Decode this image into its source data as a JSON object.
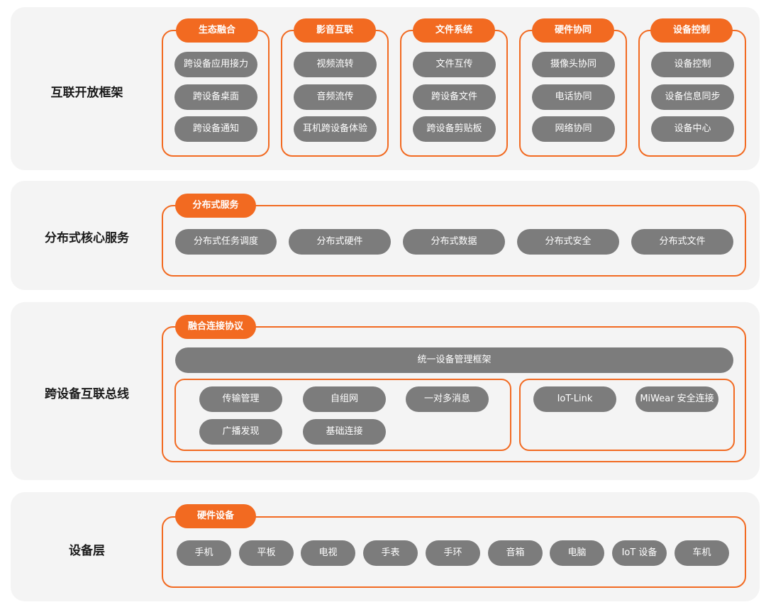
{
  "colors": {
    "accent": "#f26a21",
    "pill": "#7c7c7c",
    "layer_bg": "#f4f4f4"
  },
  "layers": {
    "open_framework": {
      "title": "互联开放框架",
      "groups": [
        {
          "tag": "生态融合",
          "items": [
            "跨设备应用接力",
            "跨设备桌面",
            "跨设备通知"
          ]
        },
        {
          "tag": "影音互联",
          "items": [
            "视频流转",
            "音频流传",
            "耳机跨设备体验"
          ]
        },
        {
          "tag": "文件系统",
          "items": [
            "文件互传",
            "跨设备文件",
            "跨设备剪贴板"
          ]
        },
        {
          "tag": "硬件协同",
          "items": [
            "摄像头协同",
            "电话协同",
            "网络协同"
          ]
        },
        {
          "tag": "设备控制",
          "items": [
            "设备控制",
            "设备信息同步",
            "设备中心"
          ]
        }
      ]
    },
    "core_services": {
      "title": "分布式核心服务",
      "tag": "分布式服务",
      "items": [
        "分布式任务调度",
        "分布式硬件",
        "分布式数据",
        "分布式安全",
        "分布式文件"
      ]
    },
    "interconnect_bus": {
      "title": "跨设备互联总线",
      "tag": "融合连接协议",
      "framework_bar": "统一设备管理框架",
      "left_items": [
        "传输管理",
        "自组网",
        "一对多消息",
        "广播发现",
        "基础连接"
      ],
      "right_items": [
        "IoT-Link",
        "MiWear 安全连接"
      ]
    },
    "device_layer": {
      "title": "设备层",
      "tag": "硬件设备",
      "items": [
        "手机",
        "平板",
        "电视",
        "手表",
        "手环",
        "音箱",
        "电脑",
        "IoT 设备",
        "车机"
      ]
    }
  }
}
